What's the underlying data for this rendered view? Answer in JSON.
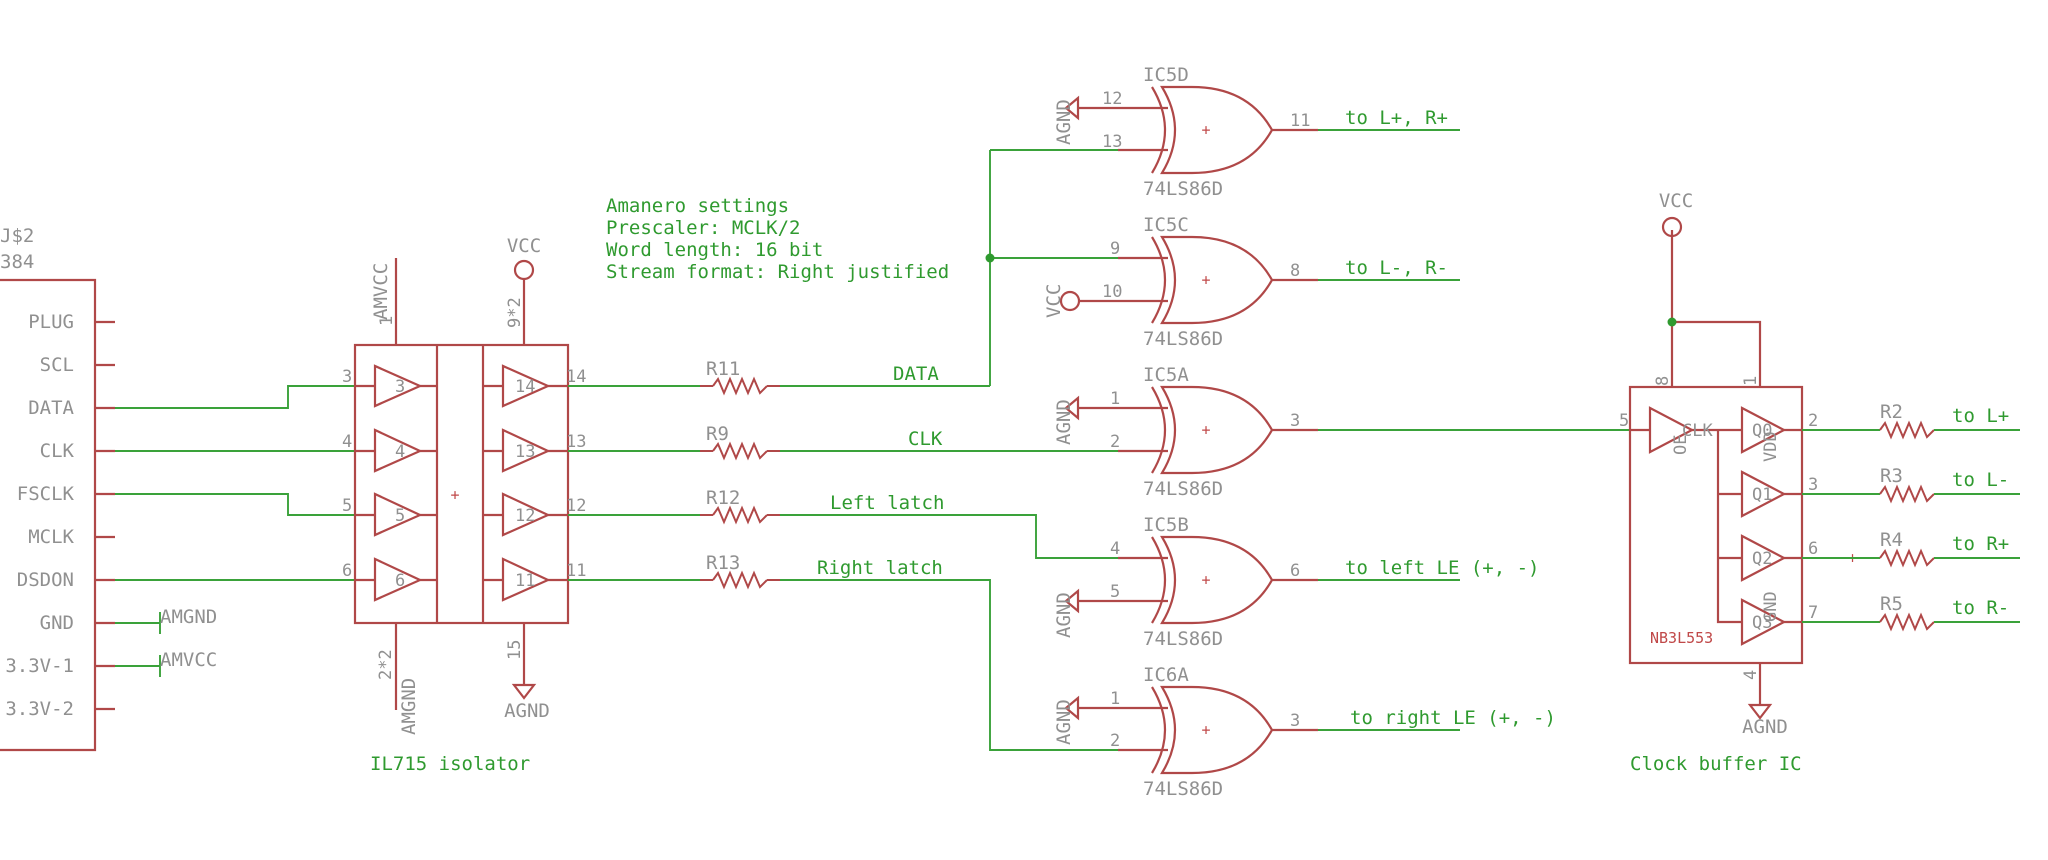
{
  "connector": {
    "name_partial": "J$2",
    "value_partial": "384",
    "pins": [
      "PLUG",
      "SCL",
      "DATA",
      "CLK",
      "FSCLK",
      "MCLK",
      "DSDON",
      "GND",
      "3.3V-1",
      "3.3V-2"
    ]
  },
  "net_labels": {
    "amgnd": "AMGND",
    "amvcc": "AMVCC",
    "data": "DATA",
    "clk": "CLK",
    "left_latch": "Left latch",
    "right_latch": "Right latch"
  },
  "isolator": {
    "caption": "IL715 isolator",
    "supply_top_left": "AMVCC",
    "supply_top_left_pin": "1",
    "supply_top_right": "VCC",
    "supply_top_right_pin": "9*2",
    "ground_bottom_left": "AMGND",
    "ground_bottom_left_pin": "2*2",
    "ground_bottom_right": "AGND",
    "ground_bottom_right_pin": "15",
    "in_pins": [
      "3",
      "4",
      "5",
      "6"
    ],
    "out_pins": [
      "14",
      "13",
      "12",
      "11"
    ],
    "gate_left_labels": [
      "3",
      "4",
      "5",
      "6"
    ],
    "gate_right_labels": [
      "14",
      "13",
      "12",
      "11"
    ]
  },
  "resistors": [
    "R11",
    "R9",
    "R12",
    "R13"
  ],
  "note": {
    "line1": "Amanero settings",
    "line2": "Prescaler: MCLK/2",
    "line3": "Word length: 16 bit",
    "line4": "Stream format: Right justified"
  },
  "gates": [
    {
      "name": "IC5D",
      "value": "74LS86D",
      "in1": "12",
      "in2": "13",
      "out": "11",
      "output_label": "to L+, R+"
    },
    {
      "name": "IC5C",
      "value": "74LS86D",
      "in1": "9",
      "in2": "10",
      "out": "8",
      "output_label": "to L-, R-"
    },
    {
      "name": "IC5A",
      "value": "74LS86D",
      "in1": "1",
      "in2": "2",
      "out": "3",
      "output_label": ""
    },
    {
      "name": "IC5B",
      "value": "74LS86D",
      "in1": "4",
      "in2": "5",
      "out": "6",
      "output_label": "to left LE (+, -)"
    },
    {
      "name": "IC6A",
      "value": "74LS86D",
      "in1": "1",
      "in2": "2",
      "out": "3",
      "output_label": "to right LE (+, -)"
    }
  ],
  "power": {
    "agnd": "AGND",
    "vcc": "VCC"
  },
  "clock_buffer": {
    "caption": "Clock buffer IC",
    "part": "NB3L553",
    "supply": "VCC",
    "ground": "AGND",
    "pin_oe": "OE",
    "pin_clk": "CLK",
    "pin_vdd": "VDD",
    "pin_gnd": "GND",
    "pin_oe_num": "8",
    "pin_vdd_num": "1",
    "pin_gnd_num": "4",
    "in_pin": "5",
    "outputs": [
      {
        "q": "Q0",
        "pin": "2",
        "resistor": "R2",
        "label": "to L+"
      },
      {
        "q": "Q1",
        "pin": "3",
        "resistor": "R3",
        "label": "to L-"
      },
      {
        "q": "Q2",
        "pin": "6",
        "resistor": "R4",
        "label": "to R+"
      },
      {
        "q": "Q3",
        "pin": "7",
        "resistor": "R5",
        "label": "to R-"
      }
    ]
  }
}
